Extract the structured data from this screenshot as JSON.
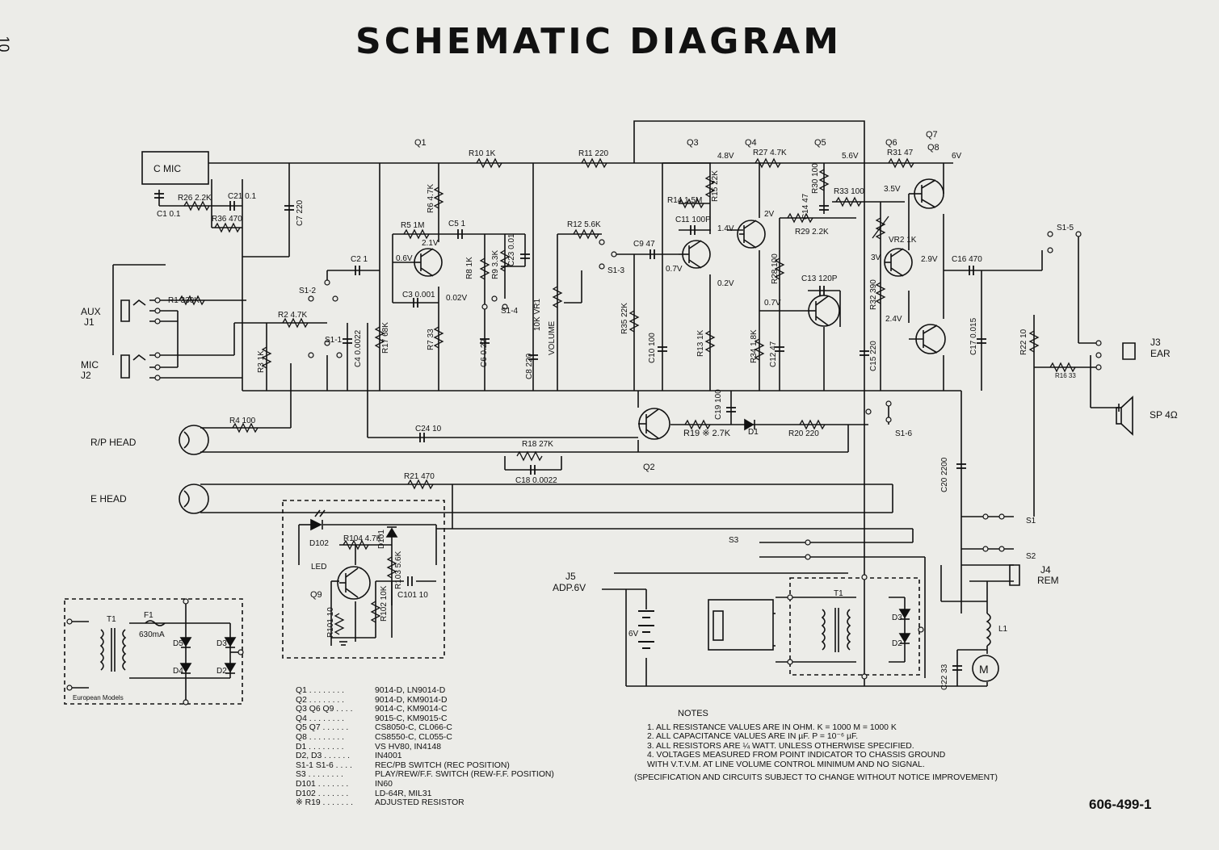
{
  "header": {
    "page_number": "10",
    "title": "SCHEMATIC DIAGRAM",
    "doc_number": "606-499-1"
  },
  "labels": {
    "cmic": "C MIC",
    "aux": "AUX",
    "j1": "J1",
    "mic": "MIC",
    "j2": "J2",
    "rp_head": "R/P HEAD",
    "e_head": "E HEAD",
    "j3": "J3",
    "ear": "EAR",
    "sp": "SP 4Ω",
    "j4": "J4",
    "rem": "REM",
    "j5": "J5",
    "adp": "ADP.6V",
    "s1": "S1",
    "s2": "S2",
    "s3": "S3",
    "l1": "L1",
    "m": "M",
    "v6": "6V",
    "led": "LED",
    "euro": "European Models",
    "f1": "F1",
    "f1v": "630mA",
    "t1": "T1",
    "volume": "VOLUME"
  },
  "components": {
    "q1": "Q1",
    "q2": "Q2",
    "q3": "Q3",
    "q4": "Q4",
    "q5": "Q5",
    "q6": "Q6",
    "q7": "Q7",
    "q8": "Q8",
    "q9": "Q9",
    "r1": "R1 330K",
    "r2": "R2 4.7K",
    "r3": "R3 1K",
    "r4": "R4 100",
    "r5": "R5 1M",
    "r6": "R6 4.7K",
    "r7": "R7 33",
    "r8": "R8 1K",
    "r9": "R9 3.3K",
    "r10": "R10 1K",
    "r11": "R11 220",
    "r12": "R12 5.6K",
    "r13": "R13 1K",
    "r14": "R14 1.5M",
    "r15": "R15 22K",
    "r16": "R16 33",
    "r17": "R17 68K",
    "r18": "R18 27K",
    "r19": "R19 ※ 2.7K",
    "r20": "R20 220",
    "r21": "R21 470",
    "r22": "R22 10",
    "r26": "R26 2.2K",
    "r27": "R27 4.7K",
    "r28": "R28 100",
    "r29": "R29 2.2K",
    "r30": "R30 100",
    "r31": "R31 47",
    "r32": "R32 390",
    "r33": "R33 100",
    "r34": "R34 1.8K",
    "r35": "R35 22K",
    "r36": "R36 470",
    "r101": "R101 10",
    "r102": "R102 10K",
    "r103": "R103 5.6K",
    "r104": "R104 4.7K",
    "vr1": "10K VR1",
    "vr2": "VR2 1K",
    "c1": "C1 0.1",
    "c2": "C2 1",
    "c3": "C3 0.001",
    "c4": "C4 0.0022",
    "c5": "C5 1",
    "c6": "C6 0.22",
    "c7": "C7 220",
    "c8": "C8 220",
    "c9": "C9 47",
    "c10": "C10 100",
    "c11": "C11 100P",
    "c12": "C12 47",
    "c13": "C13 120P",
    "c14": "C14 47",
    "c15": "C15 220",
    "c16": "C16 470",
    "c17": "C17 0.015",
    "c18": "C18 0.0022",
    "c19": "C19 100",
    "c20": "C20 2200",
    "c21": "C21 0.1",
    "c22": "C22 33",
    "c23": "C23 0.01",
    "c24": "C24 10",
    "c101": "C101 10",
    "d1": "D1",
    "d2": "D2",
    "d3": "D3",
    "d4": "D4",
    "d5": "D5",
    "d101": "D101",
    "d102": "D102",
    "s1_1": "S1-1",
    "s1_2": "S1-2",
    "s1_3": "S1-3",
    "s1_4": "S1-4",
    "s1_5": "S1-5",
    "s1_6": "S1-6"
  },
  "voltages": {
    "v1": "4.8V",
    "v2": "5.6V",
    "v3": "6V",
    "v4": "3.5V",
    "v5": "2.1V",
    "v6": "0.6V",
    "v7": "0.02V",
    "v8": "0.7V",
    "v9": "0.2V",
    "v10": "1.4V",
    "v11": "2V",
    "v12": "0.7V",
    "v13": "3V",
    "v14": "2.9V",
    "v15": "2.4V"
  },
  "parts_list": [
    {
      "ref": "Q1 . . . . . . . .",
      "part": "9014-D, LN9014-D"
    },
    {
      "ref": "Q2 . . . . . . . .",
      "part": "9014-D, KM9014-D"
    },
    {
      "ref": "Q3  Q6  Q9 . . . .",
      "part": "9014-C, KM9014-C"
    },
    {
      "ref": "Q4 . . . . . . . .",
      "part": "9015-C, KM9015-C"
    },
    {
      "ref": "Q5  Q7 . . . . . .",
      "part": "CS8050-C, CL066-C"
    },
    {
      "ref": "Q8 . . . . . . . .",
      "part": "CS8550-C, CL055-C"
    },
    {
      "ref": "D1 . . . . . . . .",
      "part": "VS HV80, IN4148"
    },
    {
      "ref": "D2, D3 . . . . . .",
      "part": "IN4001"
    },
    {
      "ref": "S1-1  S1-6 . . . .",
      "part": "REC/PB SWITCH (REC POSITION)"
    },
    {
      "ref": "S3 . . . . . . . .",
      "part": "PLAY/REW/F.F. SWITCH (REW-F.F. POSITION)"
    },
    {
      "ref": "D101 . . . . . . .",
      "part": "IN60"
    },
    {
      "ref": "D102 . . . . . . .",
      "part": "LD-64R, MIL31"
    },
    {
      "ref": "※ R19 . . . . . . .",
      "part": "ADJUSTED RESISTOR"
    }
  ],
  "notes": {
    "heading": "NOTES",
    "items": [
      "1.   ALL RESISTANCE VALUES ARE IN OHM. K = 1000  M = 1000 K",
      "2.   ALL CAPACITANCE VALUES ARE IN µF. P = 10⁻⁶ µF.",
      "3.   ALL RESISTORS ARE ¼ WATT. UNLESS OTHERWISE SPECIFIED.",
      "4.   VOLTAGES MEASURED FROM POINT INDICATOR TO CHASSIS GROUND",
      "       WITH V.T.V.M. AT LINE VOLUME CONTROL MINIMUM AND NO SIGNAL."
    ],
    "disclaimer": "(SPECIFICATION AND CIRCUITS SUBJECT TO CHANGE WITHOUT NOTICE IMPROVEMENT)"
  }
}
